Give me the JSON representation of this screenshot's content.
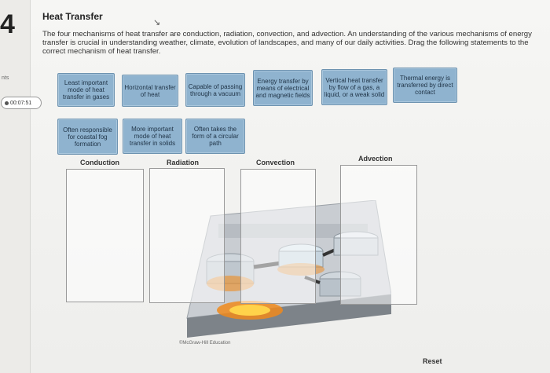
{
  "question": {
    "number": "4",
    "points_label": "nts",
    "timer": "00:07:51",
    "title": "Heat Transfer",
    "instructions": "The four mechanisms of heat transfer are conduction, radiation, convection, and advection. An understanding of the various mechanisms of energy transfer is crucial in understanding weather, climate, evolution of landscapes, and many of our daily activities. Drag the following statements to the correct mechanism of heat transfer."
  },
  "cards": [
    "Least important mode of heat transfer in gases",
    "Horizontal transfer of heat",
    "Capable of passing through a vacuum",
    "Energy transfer by means of electrical and magnetic fields",
    "Vertical heat transfer by flow of a gas, a liquid, or a weak solid",
    "Thermal energy is transferred by direct contact",
    "Often responsible for coastal fog formation",
    "More important mode of heat transfer in solids",
    "Often takes the form of a circular path"
  ],
  "zones": [
    "Conduction",
    "Radiation",
    "Convection",
    "Advection"
  ],
  "credit": "©McGraw-Hill Education",
  "reset_label": "Reset",
  "colors": {
    "card_fill": "#8fb3cf",
    "card_border": "#6e93b0",
    "flame": "#f08a1c"
  }
}
